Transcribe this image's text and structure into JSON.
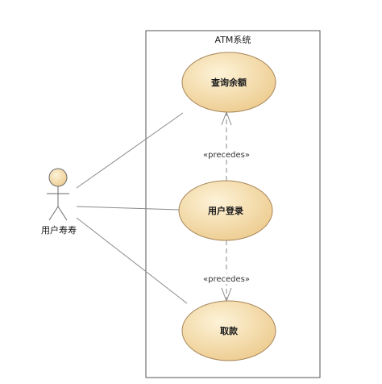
{
  "system": {
    "title": "ATM系统"
  },
  "actor": {
    "name": "用户寿寿"
  },
  "use_cases": {
    "check_balance": "查询余额",
    "login": "用户登录",
    "withdraw": "取款"
  },
  "relations": {
    "login_to_check": "«precedes»",
    "login_to_withdraw": "«precedes»"
  },
  "colors": {
    "usecase_fill_light": "#fdf3d8",
    "usecase_fill_dark": "#ecc98a",
    "usecase_stroke": "#a7865a",
    "line": "#8a8a8a",
    "boundary": "#555555"
  }
}
